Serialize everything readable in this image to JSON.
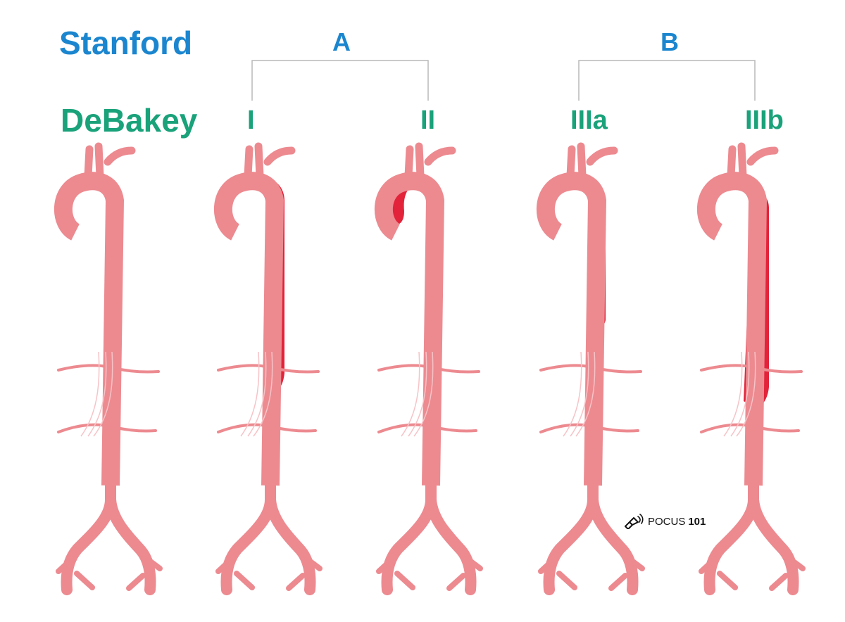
{
  "labels": {
    "stanford": "Stanford",
    "debakey": "DeBakey",
    "class_a": "A",
    "class_b": "B",
    "type_i": "I",
    "type_ii": "II",
    "type_iiia": "IIIa",
    "type_iiib": "IIIb"
  },
  "brand": {
    "name": "POCUS",
    "number": "101",
    "icon": "ultrasound-probe-icon"
  },
  "colors": {
    "stanford": "#1b86cf",
    "debakey": "#1aa27a",
    "aorta": "#ec8a90",
    "dissection": "#e2233a",
    "bracket": "#b8b8b8"
  }
}
